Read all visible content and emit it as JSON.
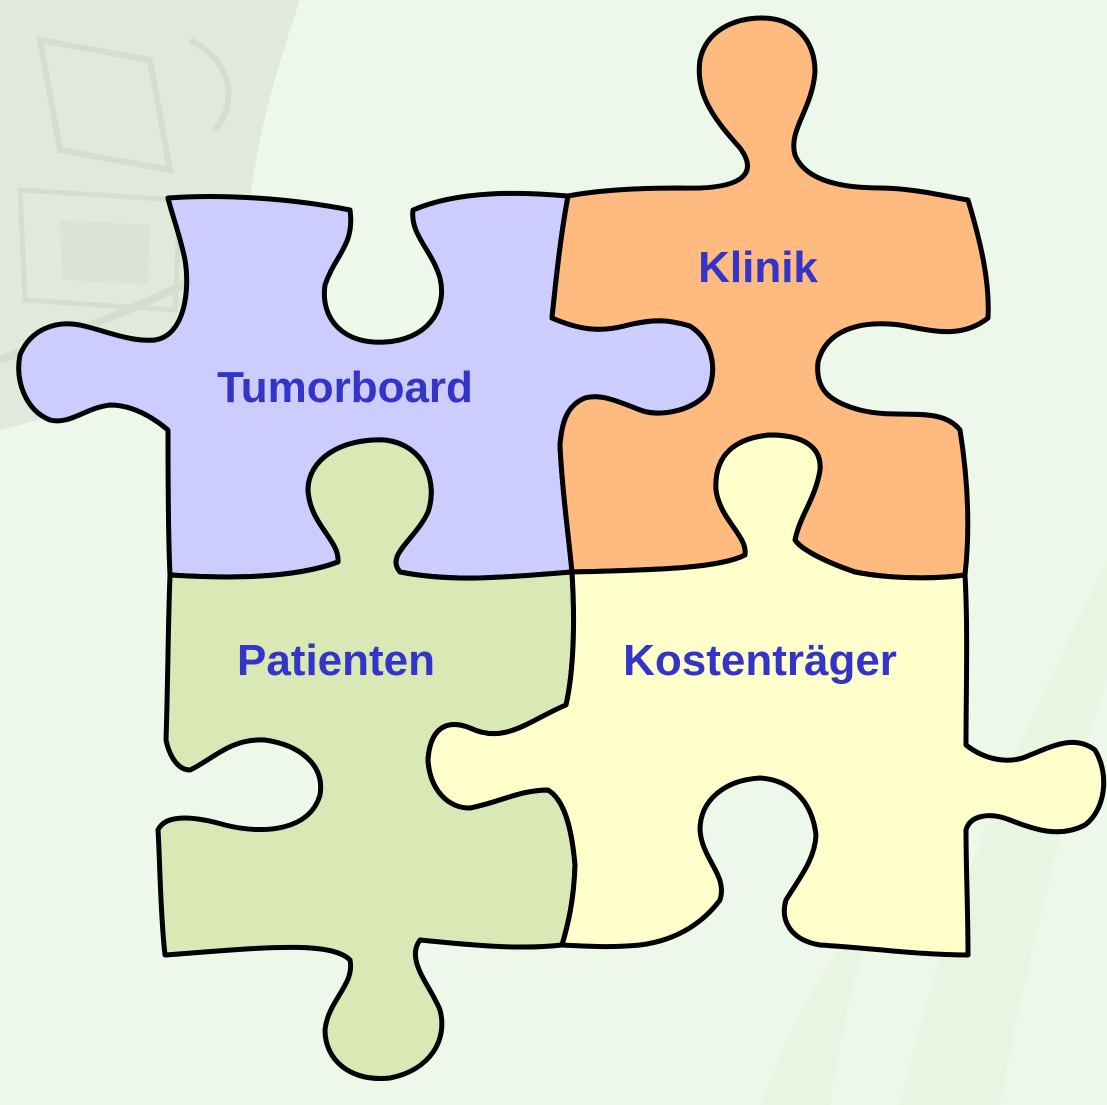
{
  "colors": {
    "background": "#eef8ea",
    "label_text": "#3434c8",
    "tumorboard_fill": "#ccccff",
    "klinik_fill": "#ffbb7f",
    "patienten_fill": "#d9e8b5",
    "kostentraeger_fill": "#ffffcc"
  },
  "pieces": {
    "tumorboard": {
      "label": "Tumorboard"
    },
    "klinik": {
      "label": "Klinik"
    },
    "patienten": {
      "label": "Patienten"
    },
    "kostentraeger": {
      "label": "Kostenträger"
    }
  },
  "background_graphic": {
    "type": "faded-sketch-watermark"
  }
}
